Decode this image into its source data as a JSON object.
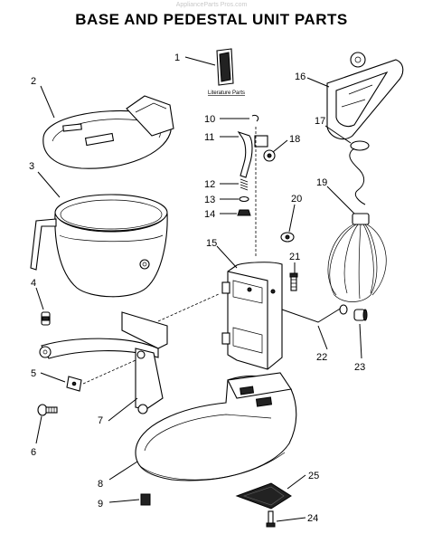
{
  "header": {
    "watermark": "ApplianceParts Pros.com",
    "title": "BASE AND PEDESTAL UNIT PARTS"
  },
  "literature_label": "Literature Parts",
  "callouts": [
    "1",
    "2",
    "3",
    "4",
    "5",
    "6",
    "7",
    "8",
    "9",
    "10",
    "11",
    "12",
    "13",
    "14",
    "15",
    "16",
    "17",
    "18",
    "19",
    "20",
    "21",
    "22",
    "23",
    "24",
    "25"
  ]
}
